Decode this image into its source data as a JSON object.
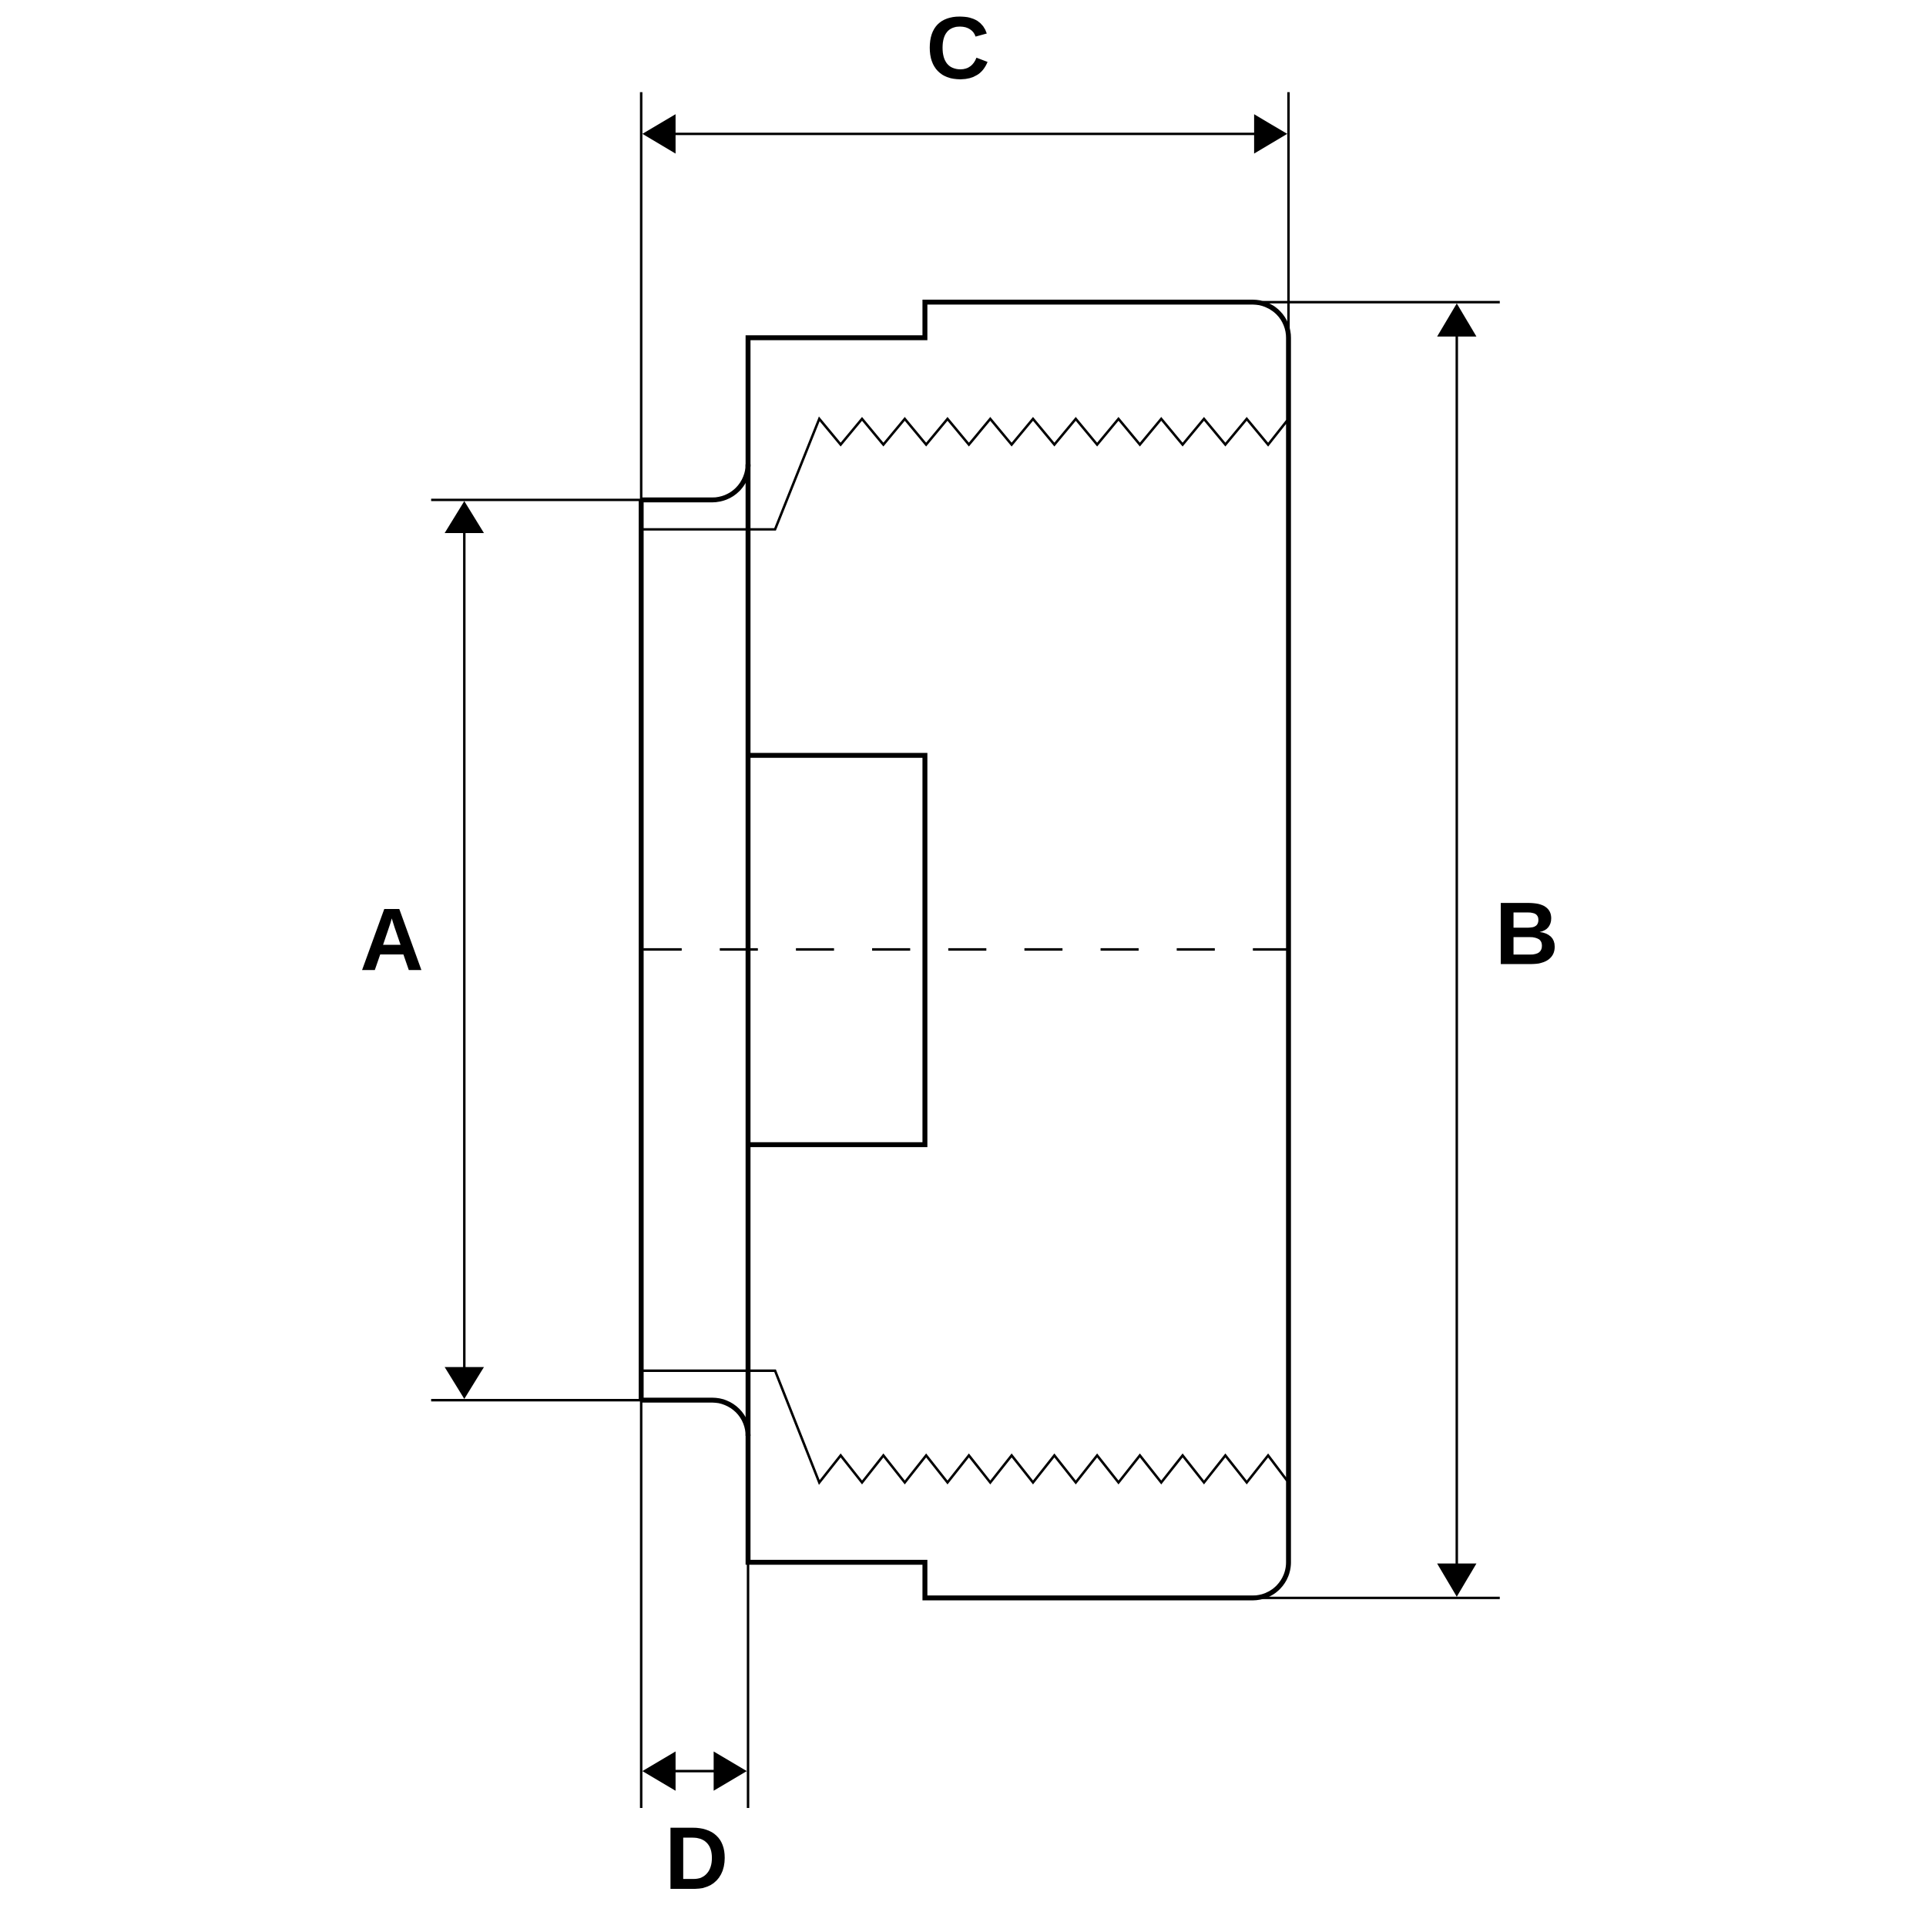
{
  "drawing": {
    "labels": {
      "a": "A",
      "b": "B",
      "c": "C",
      "d": "D"
    },
    "line_color": "#000000",
    "background_color": "#ffffff"
  }
}
